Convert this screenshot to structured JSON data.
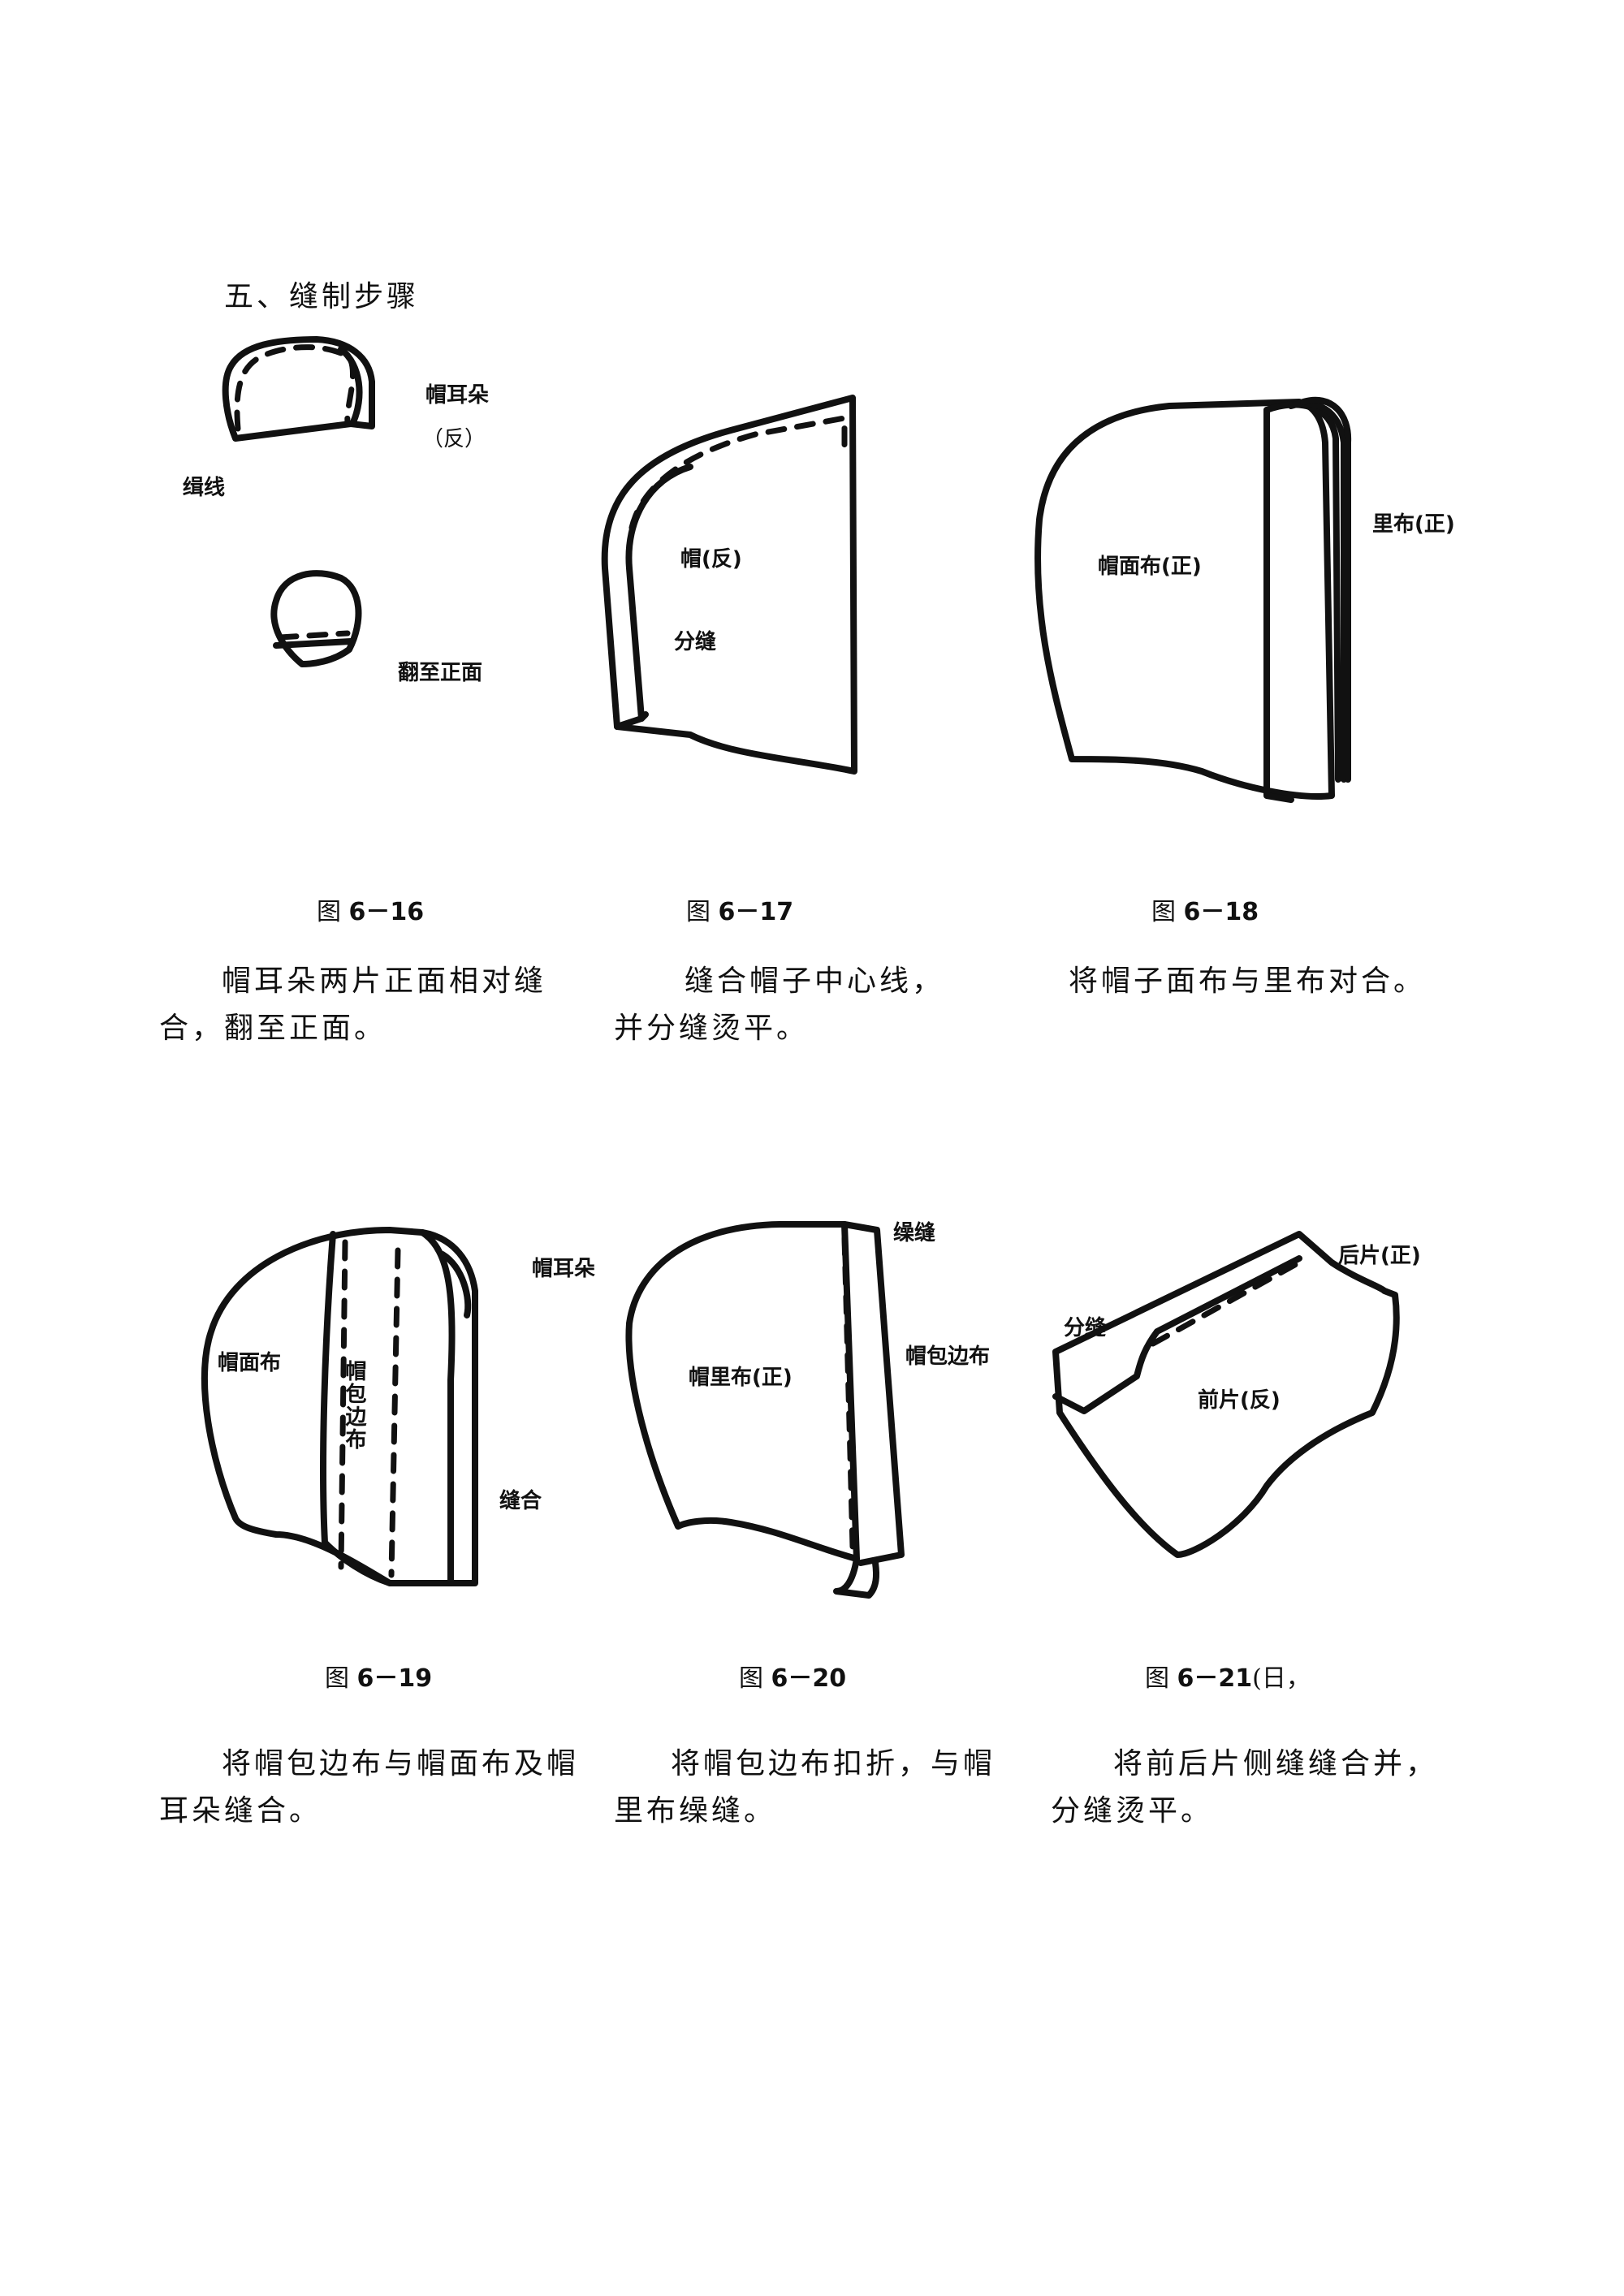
{
  "section_title": "五、缝制步骤",
  "figures": [
    {
      "caption_prefix": "图",
      "caption_number": "6－16",
      "labels": {
        "ear": "帽耳朵",
        "reverse": "（反）",
        "stitch": "缉线",
        "turn": "翻至正面"
      },
      "description": [
        "帽耳朵两片正面相对缝",
        "合，翻至正面。"
      ]
    },
    {
      "caption_prefix": "图",
      "caption_number": "6－17",
      "labels": {
        "hat": "帽(反)",
        "seam": "分缝"
      },
      "description": [
        "缝合帽子中心线，",
        "并分缝烫平。"
      ]
    },
    {
      "caption_prefix": "图",
      "caption_number": "6－18",
      "labels": {
        "outer": "帽面布(正)",
        "lining": "里布(正)"
      },
      "description": [
        "将帽子面布与里布对合。"
      ]
    },
    {
      "caption_prefix": "图",
      "caption_number": "6－19",
      "labels": {
        "ear": "帽耳朵",
        "outer": "帽面布",
        "binding": "帽包边布",
        "sew": "缝合"
      },
      "description": [
        "将帽包边布与帽面布及帽",
        "耳朵缝合。"
      ]
    },
    {
      "caption_prefix": "图",
      "caption_number": "6－20",
      "labels": {
        "blind": "缲缝",
        "lining": "帽里布(正)",
        "binding": "帽包边布"
      },
      "description": [
        "将帽包边布扣折，与帽",
        "里布缲缝。"
      ]
    },
    {
      "caption_prefix": "图",
      "caption_number": "6－21",
      "caption_artifact": "(日，",
      "labels": {
        "back": "后片(正)",
        "seam": "分缝",
        "front": "前片(反)"
      },
      "description": [
        "将前后片侧缝缝合并，",
        "分缝烫平。"
      ]
    }
  ]
}
